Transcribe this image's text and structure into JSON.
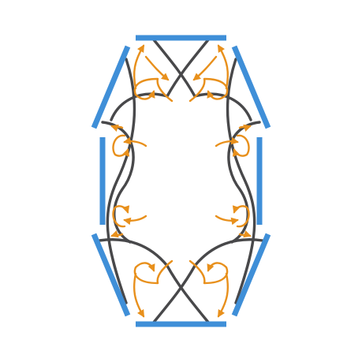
{
  "colors": {
    "background": "#ffffff",
    "mirror": "#3f8fd8",
    "ray": "#48484a",
    "arrow": "#e8901c"
  },
  "diagram": {
    "mirror_count": 8,
    "ray_curve_count": 12,
    "arrow_count": 22
  }
}
